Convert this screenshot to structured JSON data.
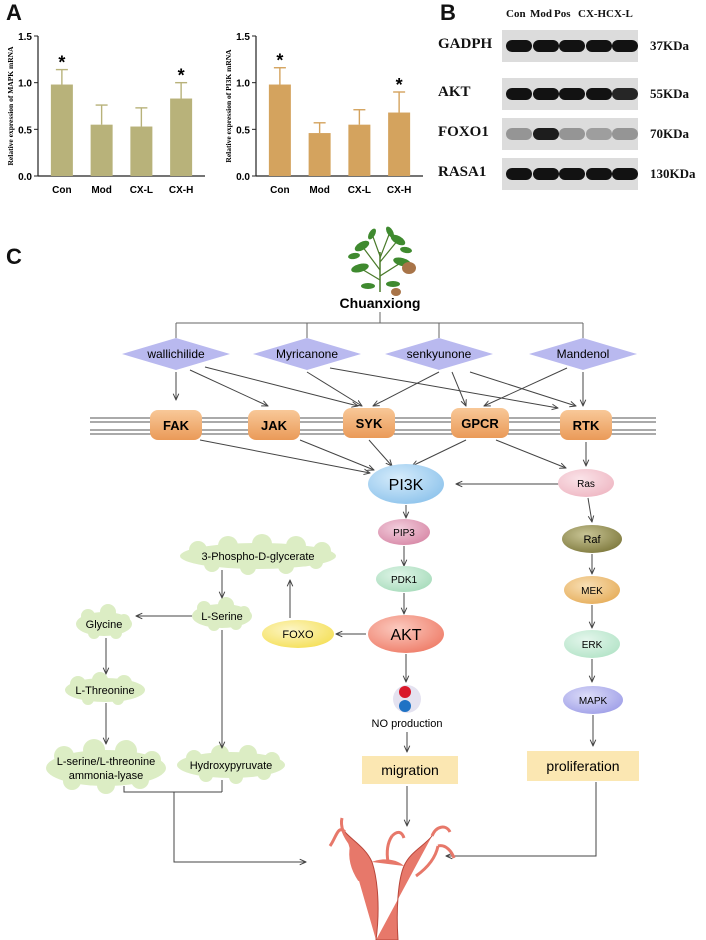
{
  "panels": {
    "a": "A",
    "b": "B",
    "c": "C"
  },
  "chart_data": [
    {
      "type": "bar",
      "ylabel": "Relative expression of MAPK mRNA",
      "categories": [
        "Con",
        "Mod",
        "CX-L",
        "CX-H"
      ],
      "values": [
        0.98,
        0.55,
        0.53,
        0.83
      ],
      "errors": [
        0.16,
        0.21,
        0.2,
        0.17
      ],
      "significance": [
        "*",
        "",
        "",
        "*"
      ],
      "ylim": [
        0,
        1.5
      ],
      "yticks": [
        "0.0",
        "0.5",
        "1.0",
        "1.5"
      ],
      "color": "#b8b27a"
    },
    {
      "type": "bar",
      "ylabel": "Relative expression of PI3K mRNA",
      "categories": [
        "Con",
        "Mod",
        "CX-L",
        "CX-H"
      ],
      "values": [
        0.98,
        0.46,
        0.55,
        0.68
      ],
      "errors": [
        0.18,
        0.11,
        0.16,
        0.22
      ],
      "significance": [
        "*",
        "",
        "",
        "*"
      ],
      "ylim": [
        0,
        1.5
      ],
      "yticks": [
        "0.0",
        "0.5",
        "1.0",
        "1.5"
      ],
      "color": "#d4a35e"
    }
  ],
  "blot": {
    "lanes": [
      "Con",
      "Mod",
      "Pos",
      "CX-H",
      "CX-L"
    ],
    "rows": [
      {
        "protein": "GADPH",
        "size": "37KDa"
      },
      {
        "protein": "AKT",
        "size": "55KDa"
      },
      {
        "protein": "FOXO1",
        "size": "70KDa"
      },
      {
        "protein": "RASA1",
        "size": "130KDa"
      }
    ]
  },
  "pathway": {
    "source": "Chuanxiong",
    "compounds": [
      "wallichilide",
      "Myricanone",
      "senkyunone",
      "Mandenol"
    ],
    "receptors": [
      "FAK",
      "JAK",
      "SYK",
      "GPCR",
      "RTK"
    ],
    "pi3k_chain": [
      "PI3K",
      "PIP3",
      "PDK1",
      "AKT"
    ],
    "foxo": "FOXO",
    "no_production": "NO production",
    "migration": "migration",
    "ras_chain": [
      "Ras",
      "Raf",
      "MEK",
      "ERK",
      "MAPK"
    ],
    "proliferation": "proliferation",
    "metabolites": {
      "glycerate": "3-Phospho-D-glycerate",
      "serine": "L-Serine",
      "glycine": "Glycine",
      "threonine": "L-Threonine",
      "lyase_line1": "L-serine/L-threonine",
      "lyase_line2": "ammonia-lyase",
      "hydroxypyruvate": "Hydroxypyruvate"
    },
    "colors": {
      "compound": "#b9b9ef",
      "receptor": "#f0a868",
      "pi3k": "#8fc4ec",
      "pip3": "#d88aa8",
      "pdk1": "#a8dcbc",
      "akt": "#ef7e6a",
      "foxo": "#f5e05a",
      "ras": "#efb8c4",
      "raf": "#8f8a4a",
      "mek": "#ecbc6c",
      "erk": "#b4e4c8",
      "mapk": "#a8a8ec",
      "cloud": "#dcedc4",
      "outcome": "#fbe7b2",
      "vessel": "#e7786a"
    }
  }
}
